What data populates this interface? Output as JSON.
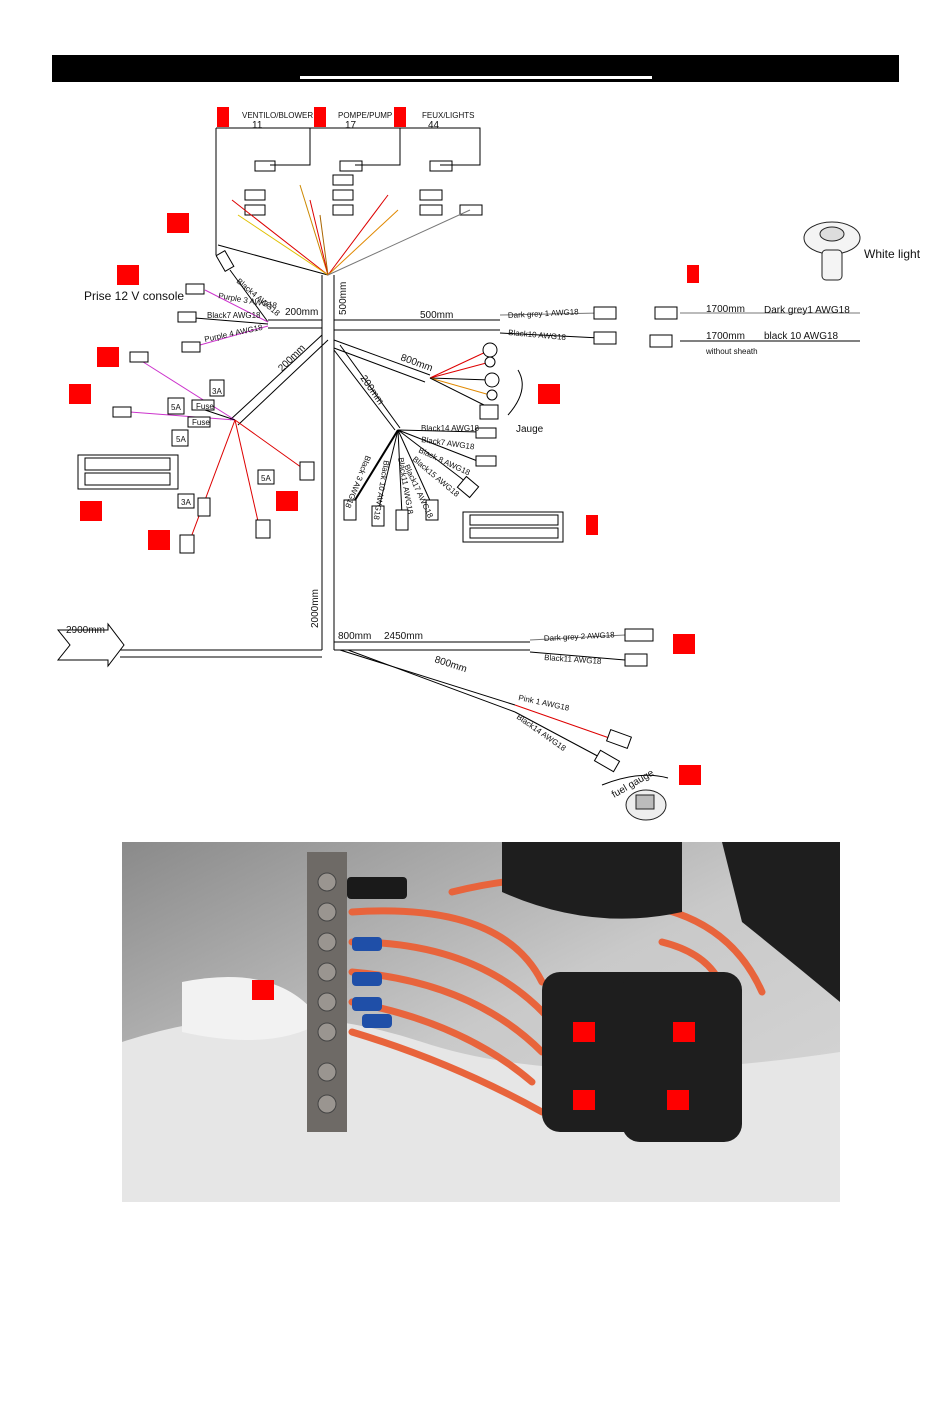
{
  "header": {
    "title": ""
  },
  "top_labels": {
    "blower": "VENTILO/BLOWER",
    "blower_num": "11",
    "pump": "POMPE/PUMP",
    "pump_num": "17",
    "lights": "FEUX/LIGHTS",
    "lights_num": "44"
  },
  "labels": {
    "prise": "Prise 12 V console",
    "white_light": "White light",
    "jauge": "Jauge",
    "fuel_gauge": "fuel gauge",
    "without_sheath": "without sheath",
    "fuse": "Fuse",
    "amp_3a": "3A",
    "amp_5a": "5A"
  },
  "lengths": {
    "l200": "200mm",
    "l500v": "500mm",
    "l500h": "500mm",
    "l800a": "800mm",
    "l200b": "200mm",
    "l200c": "200mm",
    "l2000": "2000mm",
    "l2900": "2900mm",
    "l800b": "800mm",
    "l2450": "2450mm",
    "l800c": "800mm",
    "l1700a": "1700mm",
    "l1700b": "1700mm"
  },
  "wires": {
    "dark_grey1": "Dark grey1 AWG18",
    "black10": "black 10 AWG18",
    "dark_grey1_small": "Dark grey 1 AWG18",
    "black10_small": "Black10 AWG18",
    "black4": "Black4 AWG18",
    "black7": "Black7 AWG18",
    "purple3": "Purple 3 AWG18",
    "purple4": "Purple 4 AWG18",
    "black14": "Black14 AWG18",
    "black7b": "Black7 AWG18",
    "black8": "Black 8 AWG18",
    "black15": "Black15 AWG18",
    "black17": "Black17 AWG18",
    "black11": "Black11 AWG18",
    "black10b": "Black 10 AWG18",
    "black3": "Black 3 AWG18",
    "dark_grey2": "Dark grey 2 AWG18",
    "black11b": "Black11 AWG18",
    "pink1": "Pink 1 AWG18",
    "black14b": "Black14 AWG18"
  },
  "colors": {
    "marker": "#ff0000",
    "header": "#000000",
    "purple": "#cc33cc",
    "red": "#dd0000",
    "orange_wire": "#ee6644"
  }
}
